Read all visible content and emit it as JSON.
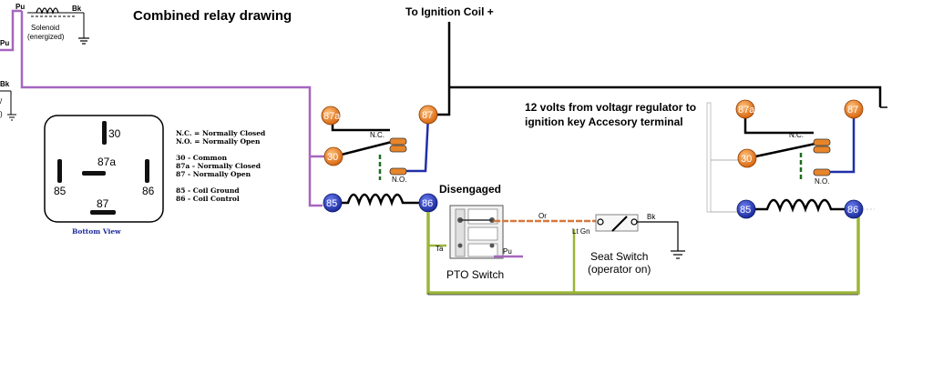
{
  "title": "Combined relay drawing",
  "ignition_label": "To Ignition Coil +",
  "regulator_note": {
    "line1": "12 volts from voltagr regulator to",
    "line2": "ignition key Accesory terminal"
  },
  "solenoid": {
    "label_line1": "Solenoid",
    "label_line2": "(energized)",
    "wire_pu_top": "Pu",
    "wire_bk_top": "Bk",
    "wire_pu_left": "Pu",
    "wire_bk_left": "Bk"
  },
  "relay_legend": {
    "pins": [
      "30",
      "87a",
      "85",
      "86",
      "87"
    ],
    "caption": "Bottom View",
    "lines": [
      "N.C. = Normally Closed",
      "N.O. = Normally Open",
      "30 - Common",
      "87a - Normally Closed",
      "87 - Normally Open",
      "85 - Coil Ground",
      "86 - Coil Control"
    ]
  },
  "relay_left": {
    "pins": {
      "p87a": "87a",
      "p87": "87",
      "p30": "30",
      "p85": "85",
      "p86": "86"
    },
    "nc_label": "N.C.",
    "no_label": "N.O."
  },
  "relay_right": {
    "pins": {
      "p87a": "87a",
      "p87": "87",
      "p30": "30",
      "p85": "85",
      "p86": "86"
    },
    "nc_label": "N.C.",
    "no_label": "N.O."
  },
  "pto_switch": {
    "state": "Disengaged",
    "label": "PTO Switch",
    "wire_ta": "Ta",
    "wire_pu": "Pu"
  },
  "seat_switch": {
    "label_line1": "Seat Switch",
    "label_line2": "(operator on)",
    "wire_or": "Or",
    "wire_ltgn": "Lt Gn",
    "wire_bk": "Bk"
  },
  "colors": {
    "purple_wire": "#9b59b6",
    "green_wire": "#9bb53a",
    "orange_wire": "#d4783c",
    "pin_orange": "#e8852a",
    "pin_blue": "#2136b8",
    "wire_blue": "#1f2fa8"
  }
}
